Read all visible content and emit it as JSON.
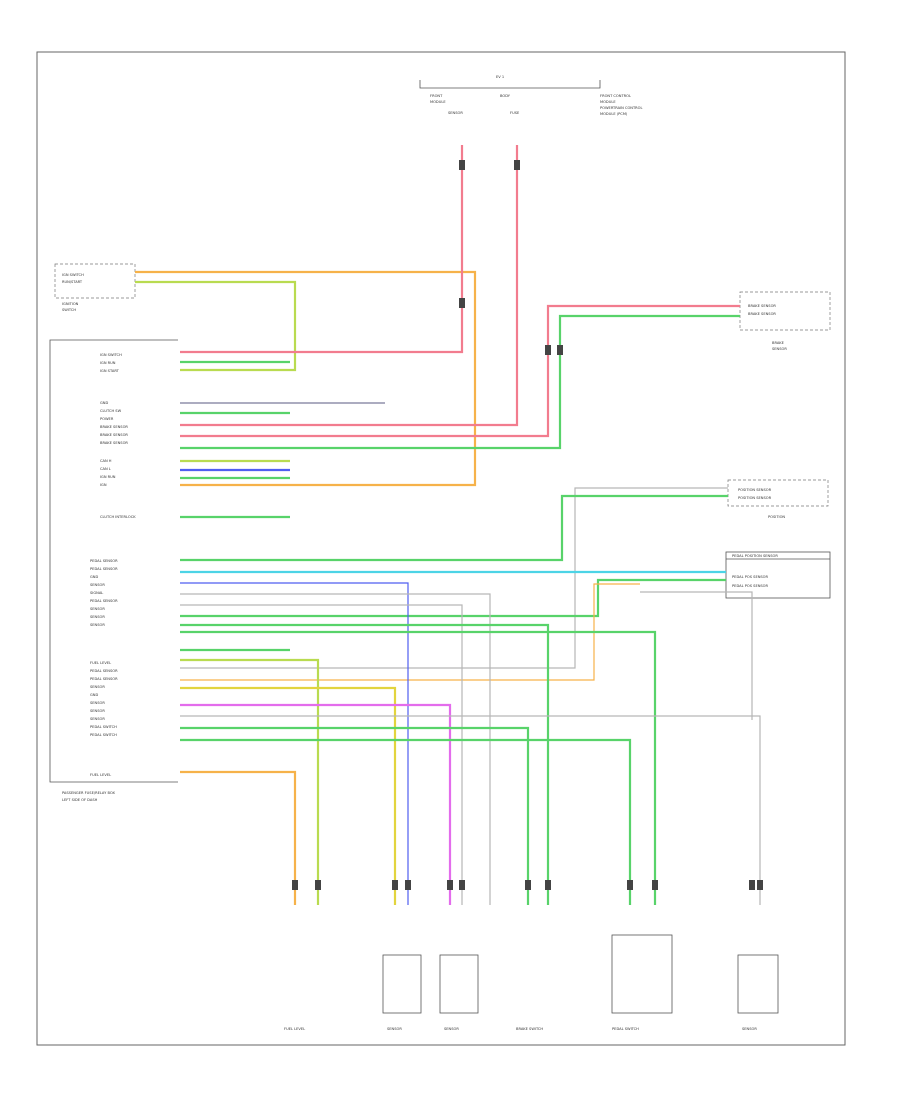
{
  "module_label": "PASSENGER FUSE/RELAY BOX",
  "clutch_label": "CLUTCH INTERLOCK",
  "top_connector": "EV 1",
  "page_tag": "",
  "bottom_components": [
    {
      "id": "fuel-level",
      "label": "FUEL LEVEL"
    },
    {
      "id": "sensor-1",
      "label": "SENSOR"
    },
    {
      "id": "sensor-2",
      "label": "SENSOR"
    },
    {
      "id": "brake-switch",
      "label": "BRAKE SWITCH"
    },
    {
      "id": "pedal-switch",
      "label": "PEDAL SWITCH"
    },
    {
      "id": "sensor-3",
      "label": "SENSOR"
    }
  ],
  "colors": {
    "red": "#f27c8e",
    "orange": "#f6b24a",
    "green": "#58d36a",
    "yellowgreen": "#b9db50",
    "cyan": "#4cd4e6",
    "blue": "#4f5ef0",
    "violet": "#e36cec",
    "yellow": "#e2d43e",
    "gray": "#b6b6b6"
  }
}
